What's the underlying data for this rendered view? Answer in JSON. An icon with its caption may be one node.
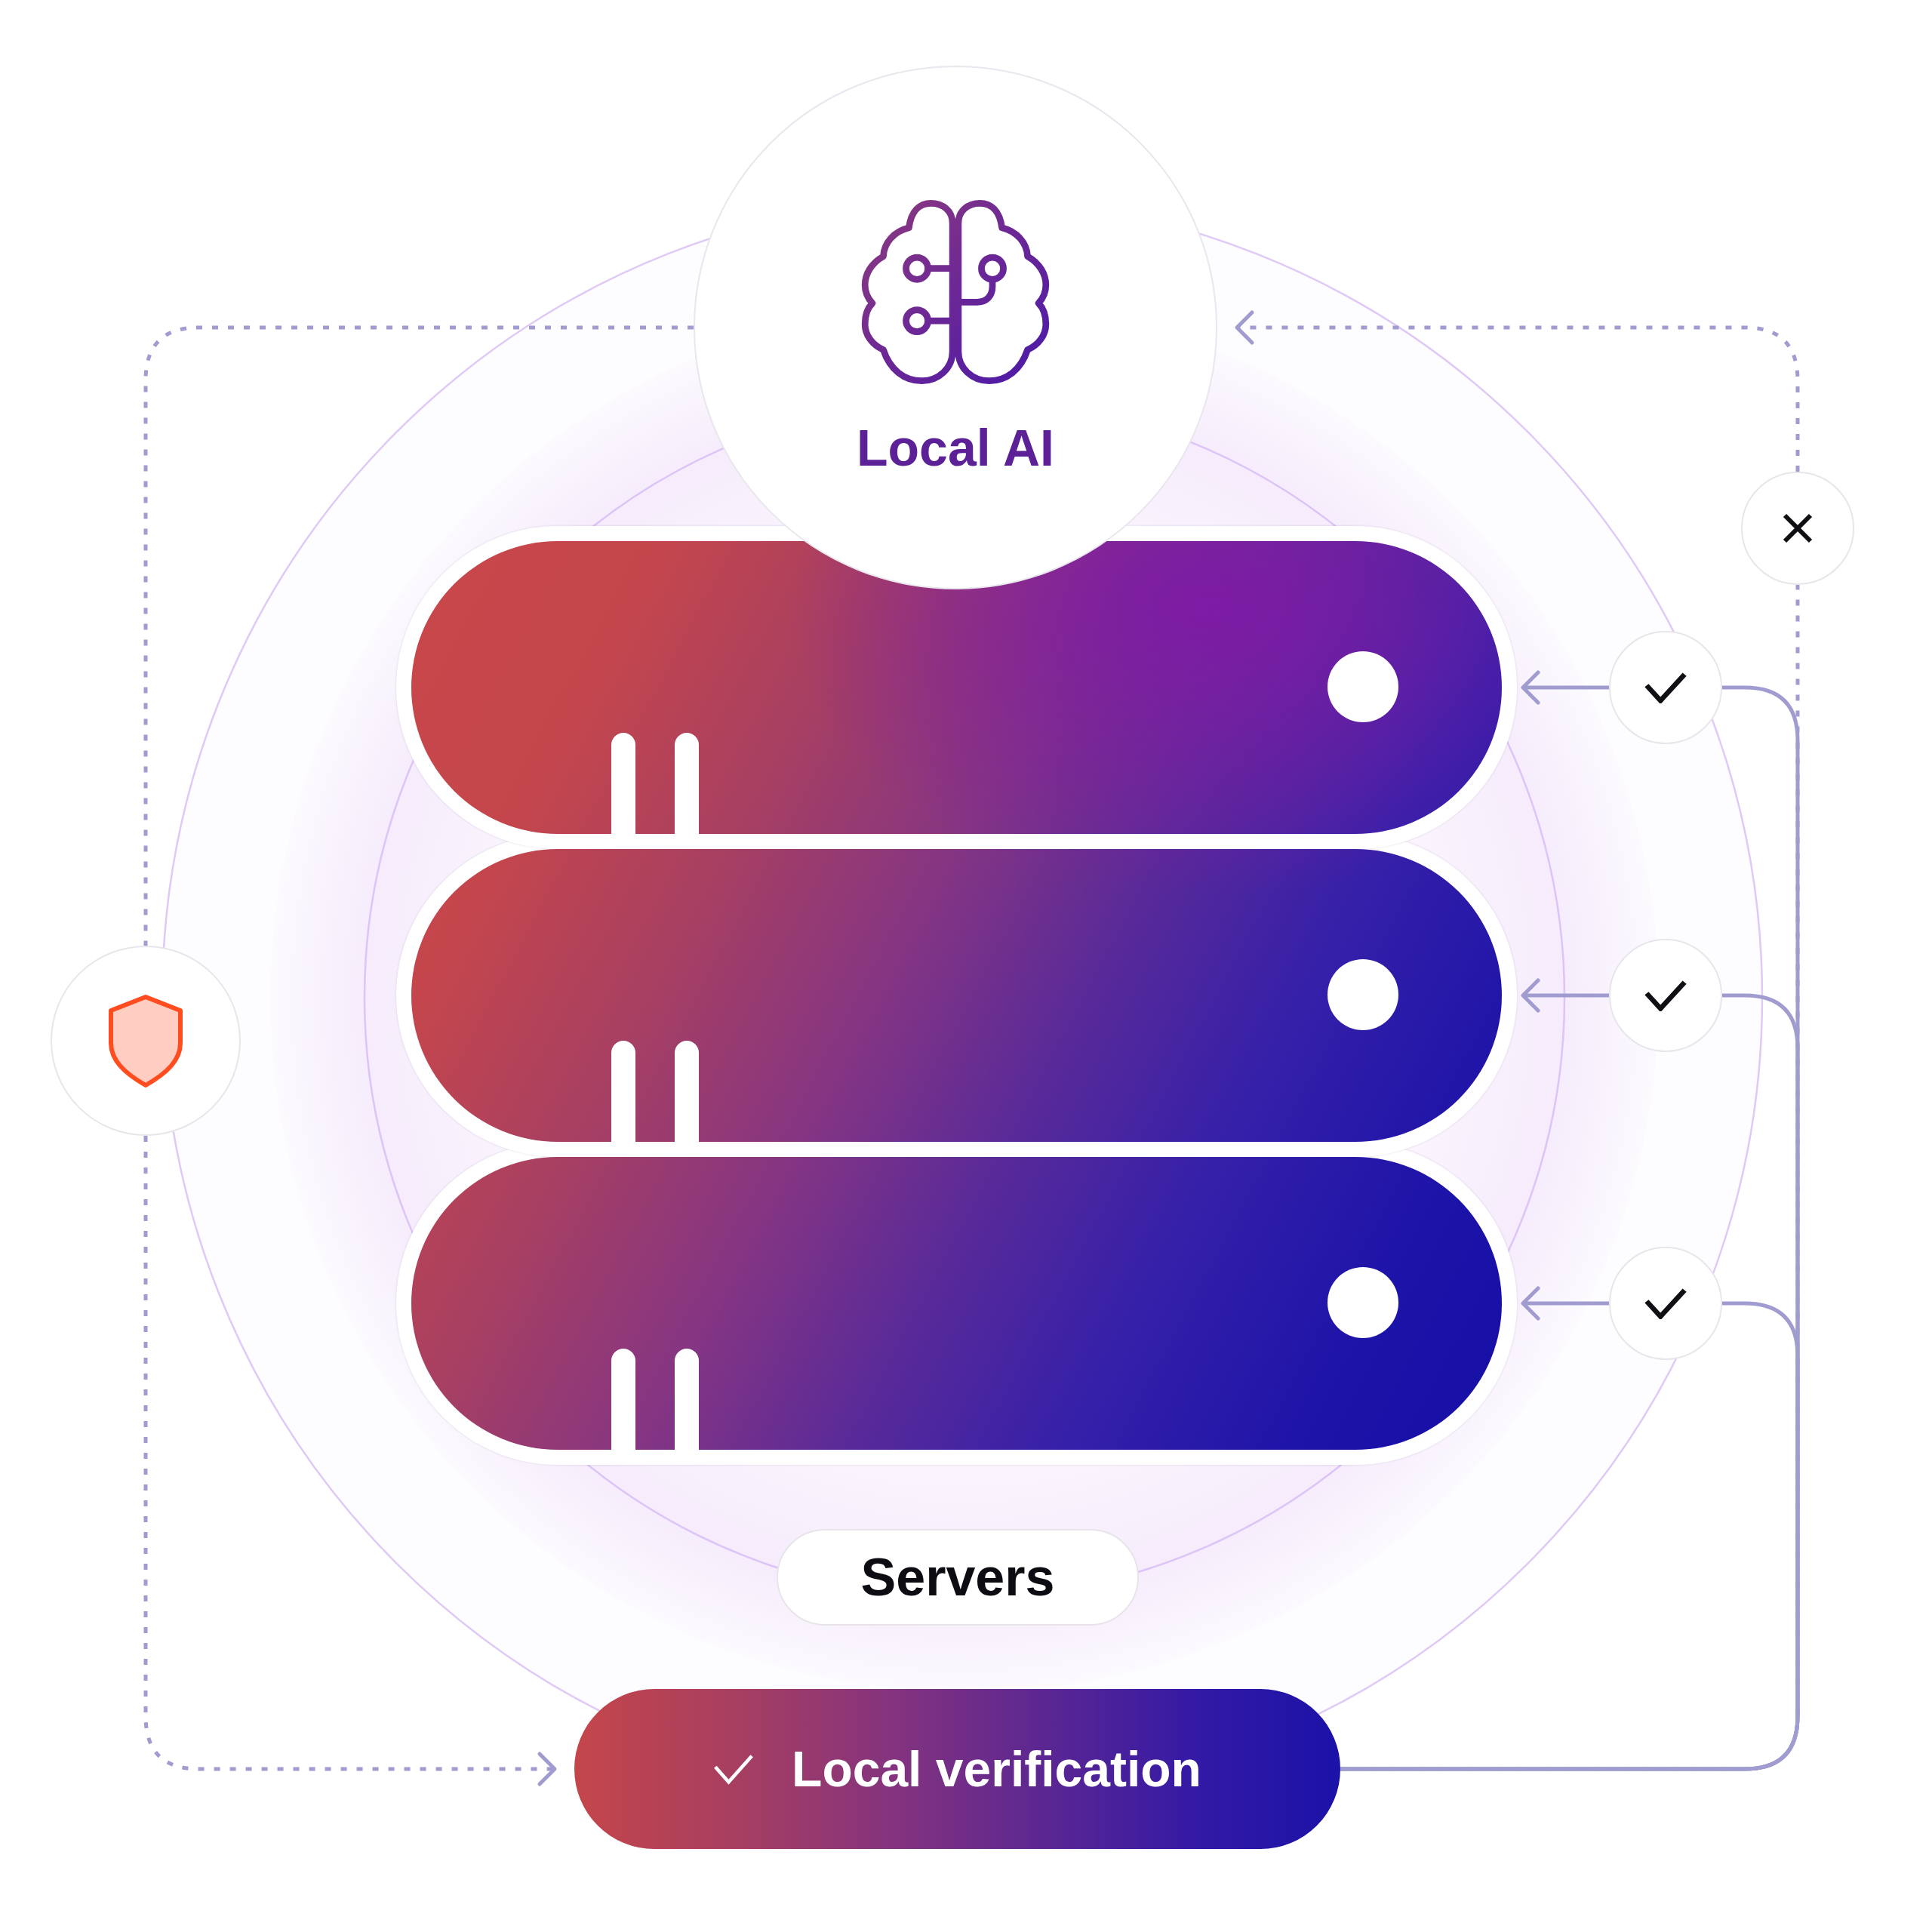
{
  "diagram": {
    "nodes": [
      {
        "text": [
          "Local AI"
        ]
      },
      {
        "text": [],
        "shape": "circle"
      },
      {
        "text": [],
        "shape": "bar"
      },
      {
        "text": [],
        "shape": "circle"
      },
      {
        "text": [],
        "shape": "bar"
      },
      {
        "text": [],
        "shape": "circle"
      },
      {
        "text": [],
        "shape": "circle"
      },
      {
        "text": [],
        "shape": "bar"
      },
      {
        "text": [],
        "shape": "circle"
      },
      {
        "text": [
          "Servers"
        ]
      },
      {
        "text": [
          "Local verification"
        ]
      }
    ],
    "edges": [
      {
        "from": 0,
        "to": 6,
        "arrow": "none",
        "style": "dashed"
      },
      {
        "from": 6,
        "to": 10,
        "arrow": "to",
        "style": "dashed"
      },
      {
        "from": 10,
        "to": 3,
        "arrow": "none"
      },
      {
        "from": 10,
        "to": 5,
        "arrow": "none"
      },
      {
        "from": 10,
        "to": 8,
        "arrow": "none"
      },
      {
        "from": 10,
        "to": 1,
        "arrow": "none",
        "style": "dashed"
      },
      {
        "from": 1,
        "to": 0,
        "arrow": "to",
        "style": "dashed"
      },
      {
        "from": 3,
        "to": 2,
        "arrow": "to"
      },
      {
        "from": 5,
        "to": 4,
        "arrow": "to"
      },
      {
        "from": 8,
        "to": 7,
        "arrow": "to"
      }
    ]
  }
}
